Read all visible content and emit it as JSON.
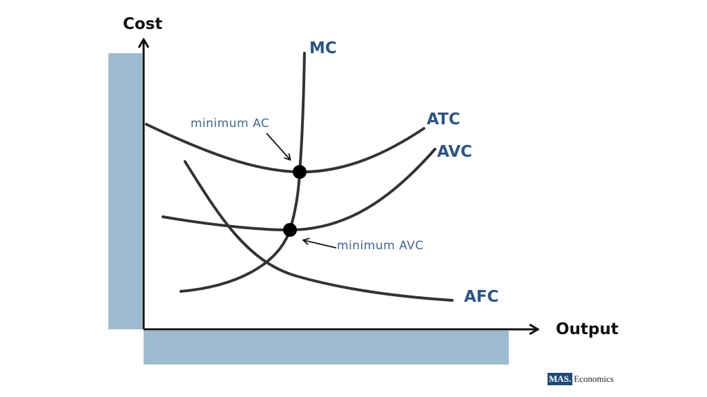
{
  "axes": {
    "y_label": "Cost",
    "x_label": "Output"
  },
  "curves": [
    {
      "id": "mc",
      "label": "MC"
    },
    {
      "id": "atc",
      "label": "ATC"
    },
    {
      "id": "avc",
      "label": "AVC"
    },
    {
      "id": "afc",
      "label": "AFC"
    }
  ],
  "annotations": {
    "min_ac": "minimum  AC",
    "min_avc": "minimum  AVC"
  },
  "logo": {
    "mark": "MAS.",
    "text": "Economics"
  },
  "colors": {
    "label": "#2b5688",
    "band": "#9dbbd0",
    "curve": "#333333"
  }
}
